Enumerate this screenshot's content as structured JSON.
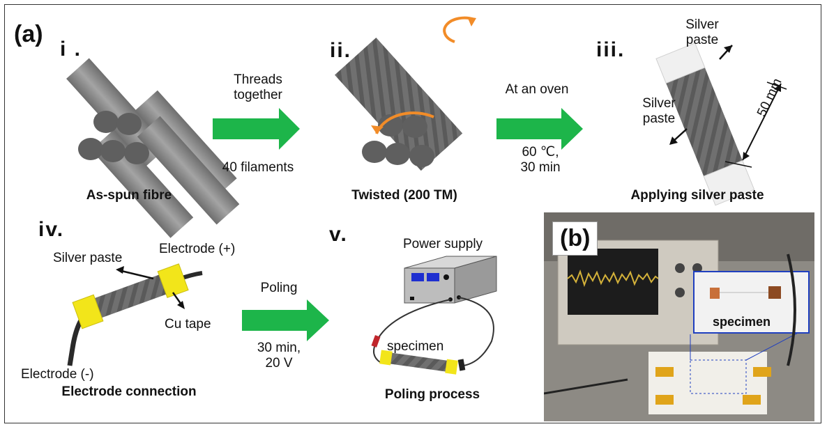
{
  "panel_a": "(a)",
  "panel_b": "(b)",
  "steps": {
    "i": {
      "numeral": "i .",
      "caption": "As-spun fibre"
    },
    "ii": {
      "numeral": "ii.",
      "caption": "Twisted (200 TM)"
    },
    "iii": {
      "numeral": "iii.",
      "caption": "Applying silver paste",
      "paste_top": "Silver\npaste",
      "paste_mid": "Silver\npaste",
      "length": "50 mm"
    },
    "iv": {
      "numeral": "iv.",
      "caption": "Electrode connection",
      "silver_paste": "Silver paste",
      "electrode_pos": "Electrode (+)",
      "cu_tape": "Cu tape",
      "electrode_neg": "Electrode (-)"
    },
    "v": {
      "numeral": "v.",
      "caption": "Poling process",
      "power_supply": "Power supply",
      "specimen": "specimen"
    }
  },
  "arrows": {
    "a1": {
      "top": "Threads\ntogether",
      "bottom": "40 filaments"
    },
    "a2": {
      "top": "At an oven",
      "bottom": "60 ℃,\n30 min"
    },
    "a3": {
      "top": "Poling",
      "bottom": "30 min,\n20 V"
    }
  },
  "photo": {
    "inset_label": "specimen"
  },
  "colors": {
    "arrow": "#1db54a",
    "fibre": "#8c8c8c",
    "orange": "#f28c28",
    "tape": "#f2e51a",
    "inset_border": "#1f3fbf"
  }
}
